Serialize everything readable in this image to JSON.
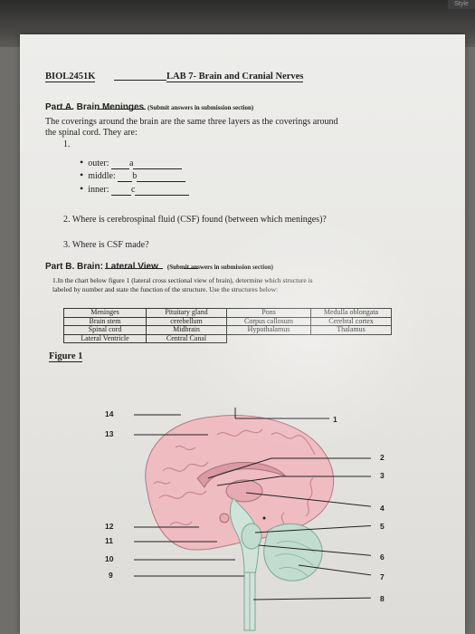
{
  "corner_label": "Style",
  "header": {
    "course": "BIOL2451K",
    "lab_title": "LAB 7- Brain and Cranial Nerves"
  },
  "part_a": {
    "title": "Part A. Brain Meninges",
    "note": "(Submit answers in submission section)",
    "intro_line1": "The coverings around the brain are the same three layers as the coverings around",
    "intro_line2": "the spinal cord. They are:",
    "q1_number": "1.",
    "layers": [
      {
        "label": "outer:",
        "letter": "a"
      },
      {
        "label": "middle:",
        "letter": "b"
      },
      {
        "label": "inner:",
        "letter": "c"
      }
    ],
    "q2": "2. Where is cerebrospinal fluid (CSF) found (between which meninges)?",
    "q3": "3. Where is CSF made?"
  },
  "part_b": {
    "title": "Part B. Brain: Lateral View",
    "note": "(Submit answers in submission section)",
    "instr_line1": "1.In the chart below figure 1 (lateral cross sectional view of brain), determine which structure is",
    "instr_line2": "labeled by number and state the function of the structure. Use the structures below:",
    "table": [
      [
        "Meninges",
        "Pituitary gland",
        "Pons",
        "Medulla oblongata"
      ],
      [
        "Brain stem",
        "cerebellum",
        "Corpus callosum",
        "Cerebral cortex"
      ],
      [
        "Spinal cord",
        "Midbrain",
        "Hypothalamus",
        "Thalamus"
      ],
      [
        "Lateral Ventricle",
        "Central Canal",
        "",
        ""
      ]
    ],
    "figure_label": "Figure 1"
  },
  "figure": {
    "labels": [
      "14",
      "13",
      "12",
      "11",
      "10",
      "9",
      "1",
      "2",
      "3",
      "4",
      "5",
      "6",
      "7",
      "8"
    ],
    "colors": {
      "cortex": "#efbcc2",
      "fold": "#c7868f",
      "cerebellum": "#c2dccf",
      "stem": "#cfe3da"
    }
  }
}
